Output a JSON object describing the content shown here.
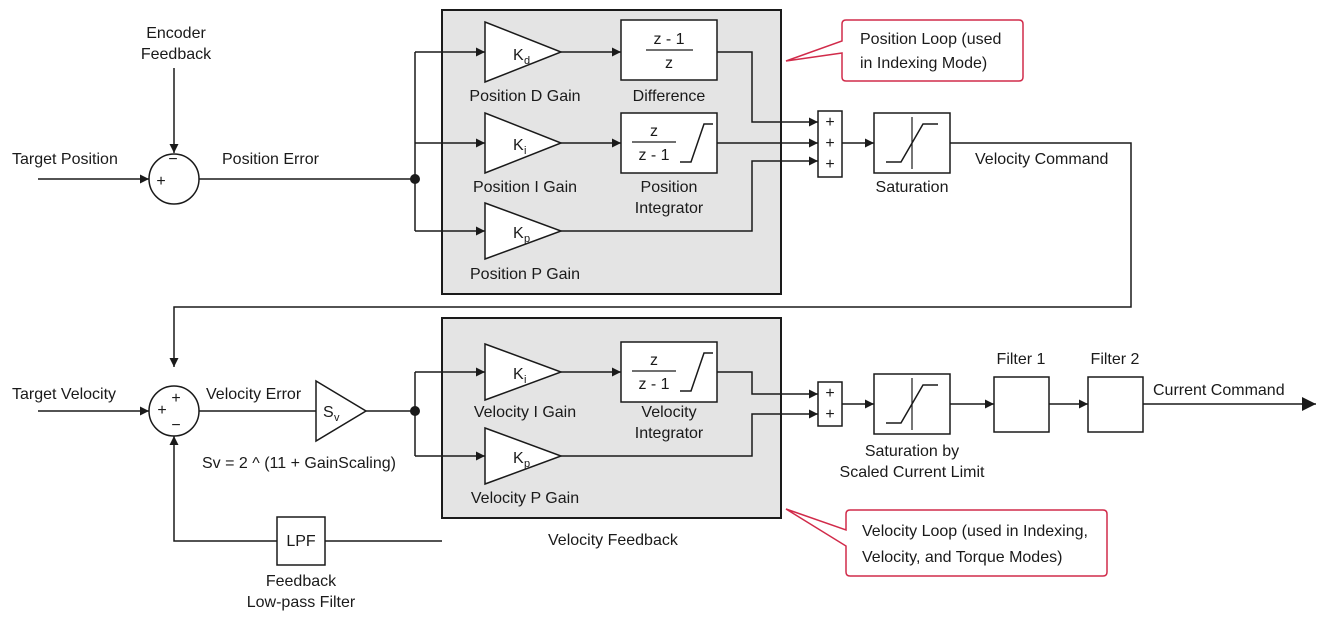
{
  "inputs": {
    "encoder_feedback": [
      "Encoder",
      "Feedback"
    ],
    "target_position": "Target Position",
    "target_velocity": "Target Velocity"
  },
  "signals": {
    "position_error": "Position Error",
    "velocity_command": "Velocity Command",
    "velocity_error": "Velocity Error",
    "velocity_feedback": "Velocity Feedback",
    "current_command": "Current Command"
  },
  "position_loop": {
    "kd": {
      "symbol": "K",
      "sub": "d",
      "label": "Position D Gain"
    },
    "ki": {
      "symbol": "K",
      "sub": "i",
      "label": "Position I Gain"
    },
    "kp": {
      "symbol": "K",
      "sub": "p",
      "label": "Position P Gain"
    },
    "difference": {
      "num": "z - 1",
      "den": "z",
      "label": "Difference"
    },
    "integrator": {
      "num": "z",
      "den": "z - 1",
      "label": [
        "Position",
        "Integrator"
      ]
    },
    "callout": [
      "Position Loop (used",
      "in Indexing Mode)"
    ]
  },
  "velocity_loop": {
    "ki": {
      "symbol": "K",
      "sub": "i",
      "label": "Velocity I Gain"
    },
    "kp": {
      "symbol": "K",
      "sub": "p",
      "label": "Velocity P Gain"
    },
    "integrator": {
      "num": "z",
      "den": "z - 1",
      "label": [
        "Velocity",
        "Integrator"
      ]
    },
    "callout": [
      "Velocity Loop (used in Indexing,",
      "Velocity, and Torque Modes)"
    ]
  },
  "scaling": {
    "symbol": "S",
    "sub": "v",
    "formula": "Sv = 2 ^ (11 + GainScaling)"
  },
  "saturation_labels": {
    "position": "Saturation",
    "velocity": [
      "Saturation by",
      "Scaled Current Limit"
    ]
  },
  "filters": {
    "filter1": "Filter 1",
    "filter2": "Filter 2"
  },
  "lpf": {
    "label": "LPF",
    "caption": [
      "Feedback",
      "Low-pass Filter"
    ]
  },
  "summer_signs": {
    "pos_error_top": "−",
    "pos_error_left": "+",
    "vel_error_top": "+",
    "vel_error_left": "+",
    "vel_error_bottom": "−",
    "plus": "+"
  }
}
